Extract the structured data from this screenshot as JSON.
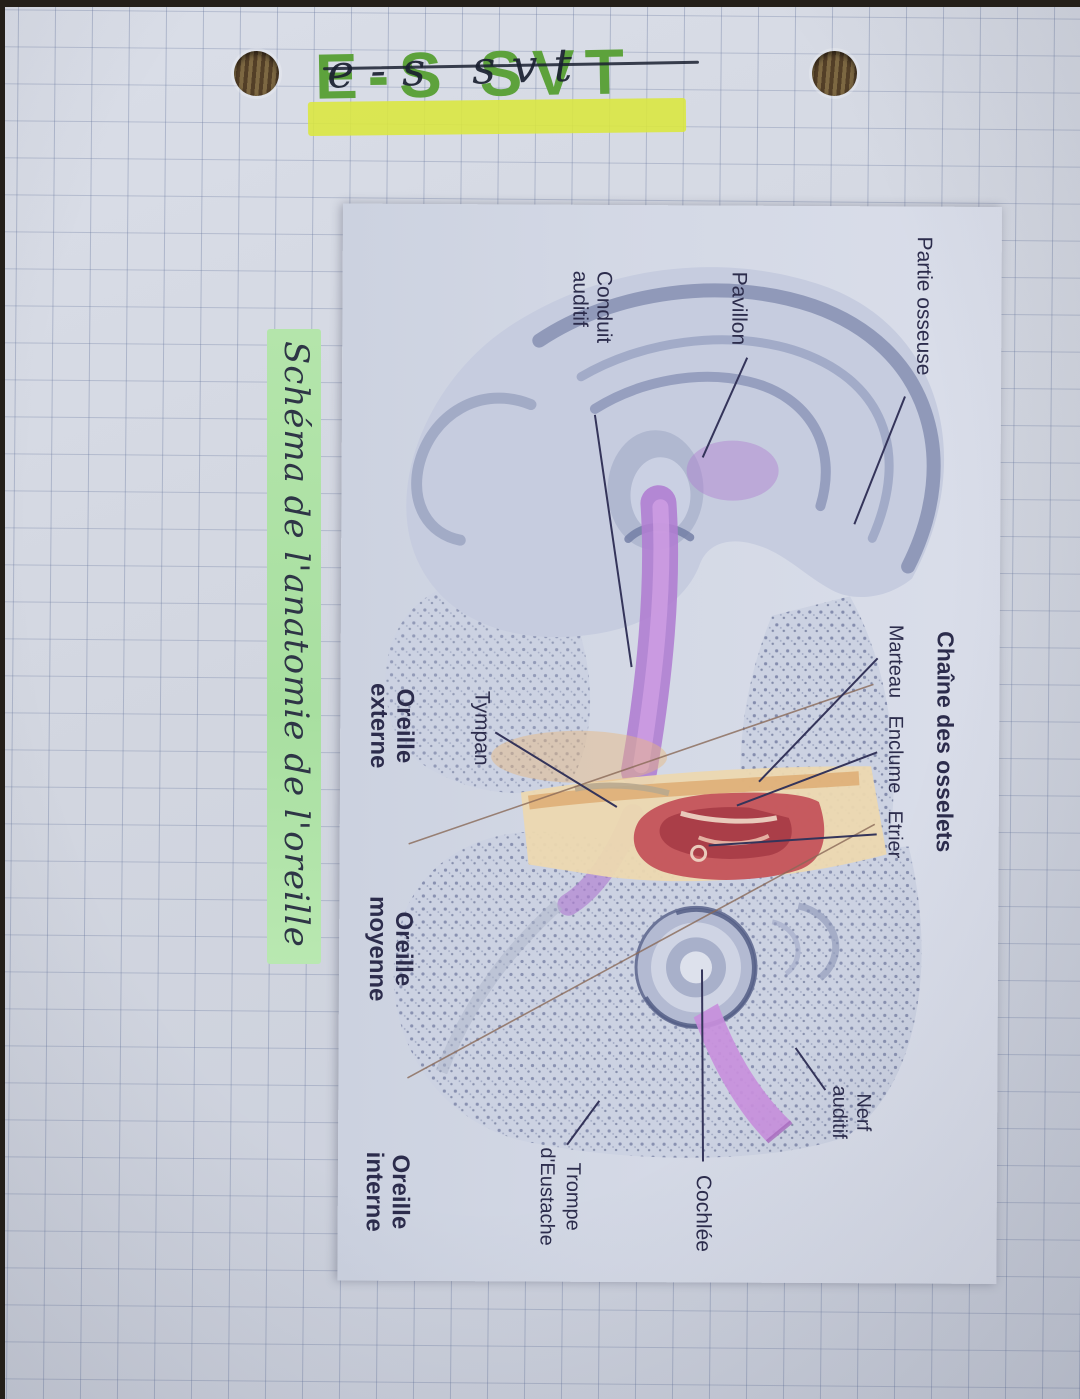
{
  "header": {
    "marker_text": "E-S SVT",
    "pen_text": "e-s svt"
  },
  "subtitle": "Schéma de l'anatomie de l'oreille",
  "diagram": {
    "labels": {
      "partie_osseuse": "Partie osseuse",
      "pavillon": "Pavillon",
      "conduit_auditif": [
        "Conduit",
        "auditif"
      ],
      "chaine_des_osselets": "Chaîne des osselets",
      "ossicles": [
        "Marteau",
        "Enclume",
        "Etrier"
      ],
      "tympan": "Tympan",
      "oreille_externe": [
        "Oreille",
        "externe"
      ],
      "oreille_moyenne": [
        "Oreille",
        "moyenne"
      ],
      "oreille_interne": [
        "Oreille",
        "interne"
      ],
      "nerf_auditif": [
        "Nerf",
        "auditif"
      ],
      "cochlee": "Cochlée",
      "trompe_eustache": [
        "Trompe",
        "d'Eustache"
      ]
    }
  },
  "colors": {
    "marker_green": "#5da23c",
    "highlighter_yellow": "#dbe73e",
    "highlighter_green": "#aee0a5",
    "notebook_paper": "#d2d6e0",
    "grid_line": "#69789e",
    "print_paper": "#d7dbe7",
    "ink_navy": "#2c2c4c",
    "canal_purple": "#b07ed1",
    "nerve_purple": "#c88fdc",
    "ossicle_red": "#c24c55",
    "middle_ear_tan": "#ecd8b0",
    "bone_blue": "#8b94b6",
    "hole_wood": "#64502f"
  }
}
